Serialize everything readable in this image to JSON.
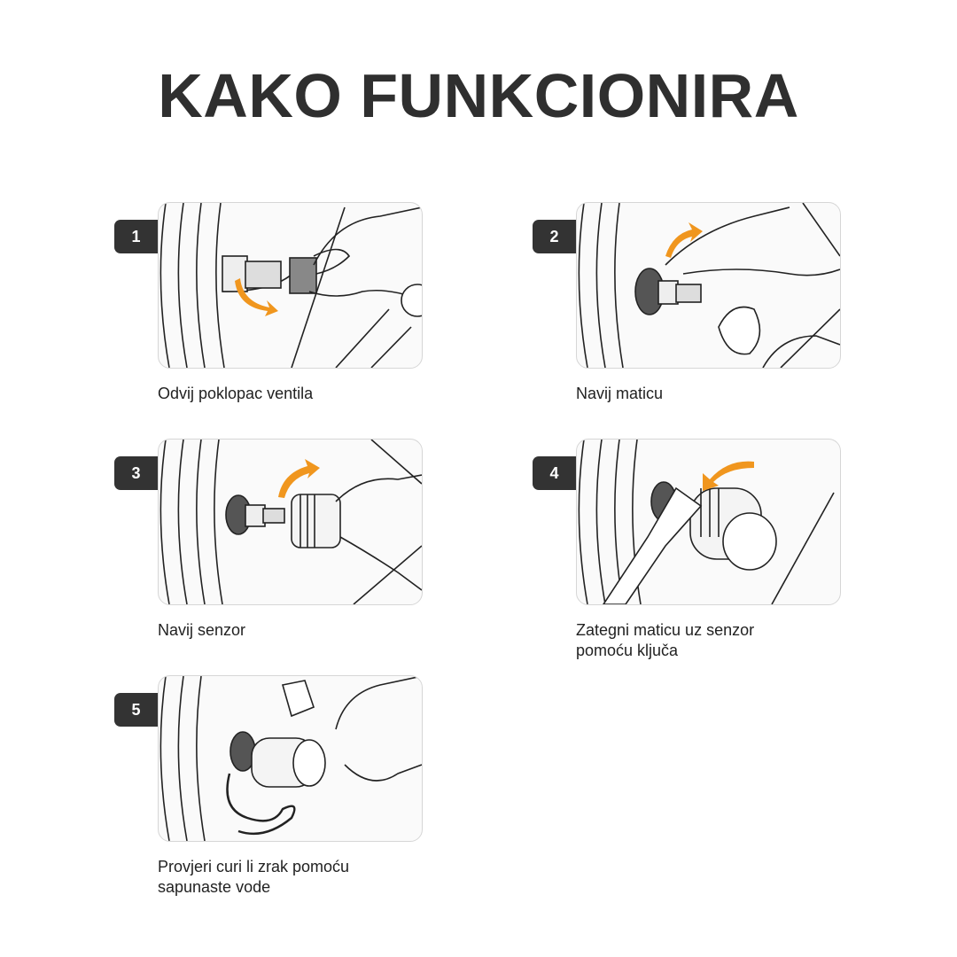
{
  "title": "KAKO FUNKCIONIRA",
  "accent_color": "#f0961e",
  "badge_color": "#333333",
  "steps": [
    {
      "number": "1",
      "caption": "Odvij poklopac ventila"
    },
    {
      "number": "2",
      "caption": "Navij maticu"
    },
    {
      "number": "3",
      "caption": "Navij senzor"
    },
    {
      "number": "4",
      "caption": "Zategni maticu uz senzor pomoću ključa"
    },
    {
      "number": "5",
      "caption": "Provjeri curi li zrak pomoću sapunaste vode"
    }
  ]
}
